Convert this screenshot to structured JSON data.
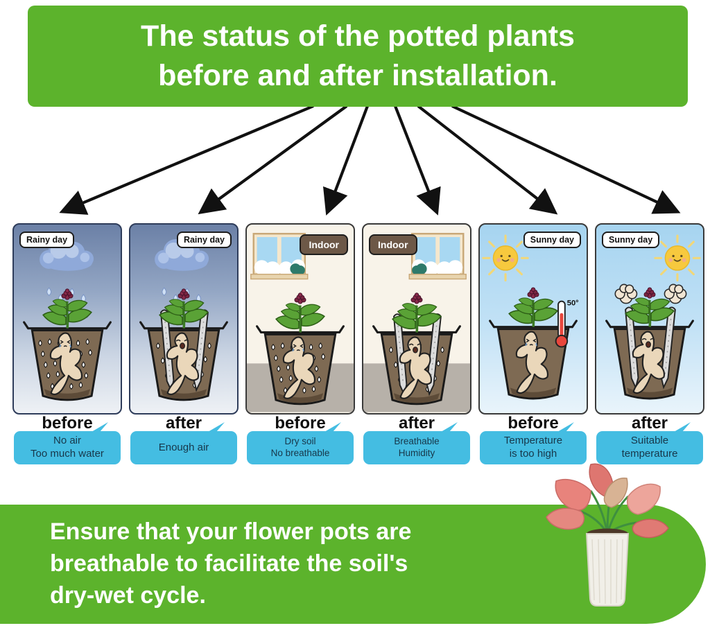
{
  "title": "The status of the potted plants\nbefore and after installation.",
  "panels": [
    {
      "tag": "Rainy day",
      "label": "before",
      "bubble": "No air\nToo much water"
    },
    {
      "tag": "Rainy day",
      "label": "after",
      "bubble": "Enough air"
    },
    {
      "tag": "Indoor",
      "label": "before",
      "bubble": "Dry soil\nNo breathable"
    },
    {
      "tag": "Indoor",
      "label": "after",
      "bubble": "Breathable\nHumidity"
    },
    {
      "tag": "Sunny day",
      "label": "before",
      "bubble": "Temperature\nis too high",
      "temp": "50°"
    },
    {
      "tag": "Sunny day",
      "label": "after",
      "bubble": "Suitable\ntemperature"
    }
  ],
  "footer": {
    "text": "Ensure that your flower pots are\nbreathable to facilitate the soil's\ndry-wet cycle."
  },
  "icons": {
    "raincloud": "blue cloud with raindrops",
    "sun": "smiling sun with rays",
    "window": "window with sky and bush",
    "thermometer": "red thermometer",
    "vent-stake": "breathable ventilation strip",
    "steam-puff": "steam escaping soil",
    "root": "ginseng root character in soil",
    "potted-plant-photo": "pink aglaonema in white ribbed pot"
  },
  "colors": {
    "green": "#5cb32c",
    "bubble_blue": "#44bde2",
    "tag_brown": "#6d5847",
    "soil_brown": "#7e6a53",
    "rainy_sky": "#6b80a6",
    "sunny_sky": "#a6d4f0",
    "wall_cream": "#f8f3e9",
    "floor_gray": "#b7b1a9",
    "arrow_black": "#111111"
  }
}
